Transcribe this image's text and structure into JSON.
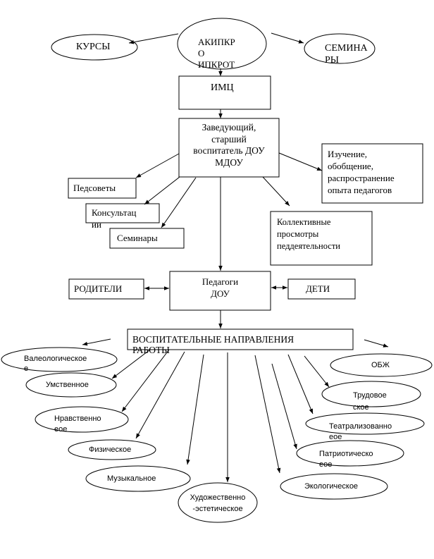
{
  "nodes": {
    "courses": "КУРСЫ",
    "akipkro": "АКИПКР\nО\nИПКРОТ",
    "seminars_top": "СЕМИНА\nРЫ",
    "imc": "ИМЦ",
    "head": "Заведующий,\nстарший\nвоспитатель ДОУ\nМДОУ",
    "pedsovety": "Педсоветы",
    "consultations": "Консультац\nии",
    "seminars": "Семинары",
    "study": "Изучение,\nобобщение,\nраспространение\nопыта педагогов",
    "views": "Коллективные\nпросмотры\nпеддеятельности",
    "parents": "РОДИТЕЛИ",
    "teachers": "Педагоги\nДОУ",
    "children": "ДЕТИ",
    "directions": "ВОСПИТАТЕЛЬНЫЕ НАПРАВЛЕНИЯ\nРАБОТЫ"
  },
  "directions": {
    "valeology": "Валеологическое\nе",
    "mental": "Умственное",
    "moral": "Нравственно\nеое",
    "physical": "Физическое",
    "musical": "Музыкальное",
    "art": "Художественно\n-эстетическое",
    "ecological": "Экологическое",
    "patriotic": "Патриотическо\nеое",
    "theatrical": "Театрализованно\nеое",
    "labor": "Трудовое\nское",
    "obzh": "ОБЖ"
  }
}
